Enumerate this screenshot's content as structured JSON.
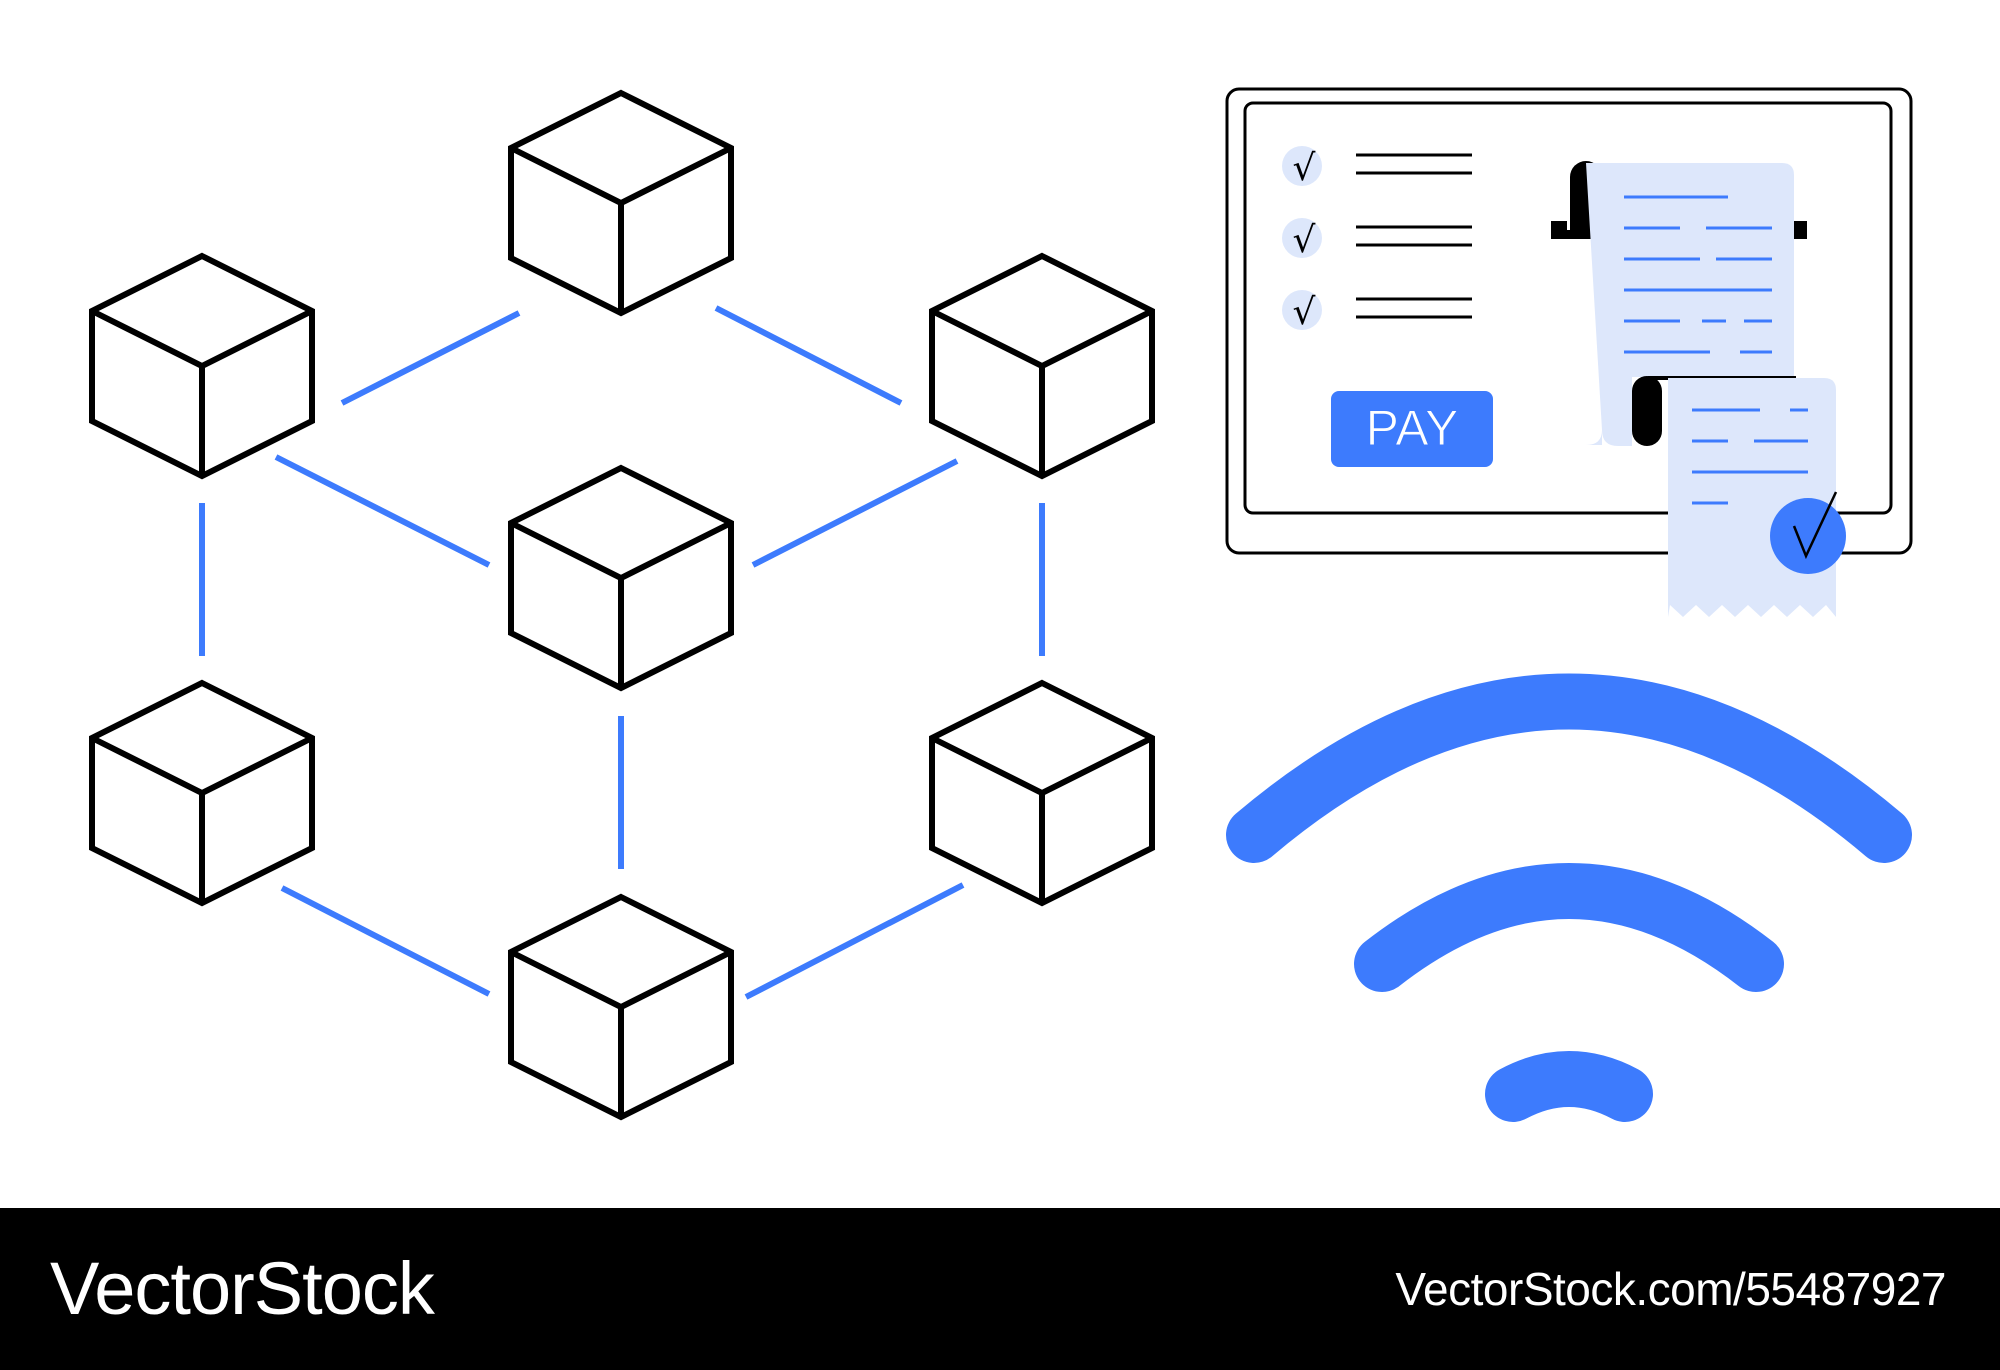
{
  "illustration": {
    "pay_label": "PAY",
    "check_glyph": "√",
    "icons": [
      "blockchain-network-icon",
      "payment-terminal-icon",
      "receipt-icon",
      "verified-check-icon",
      "wireless-signal-icon"
    ],
    "colors": {
      "accent": "#3d7bfd",
      "light_accent": "#dde7fb",
      "outline": "#000000",
      "background": "#ffffff"
    }
  },
  "footer": {
    "brand": "VectorStock",
    "url": "VectorStock.com/55487927"
  }
}
